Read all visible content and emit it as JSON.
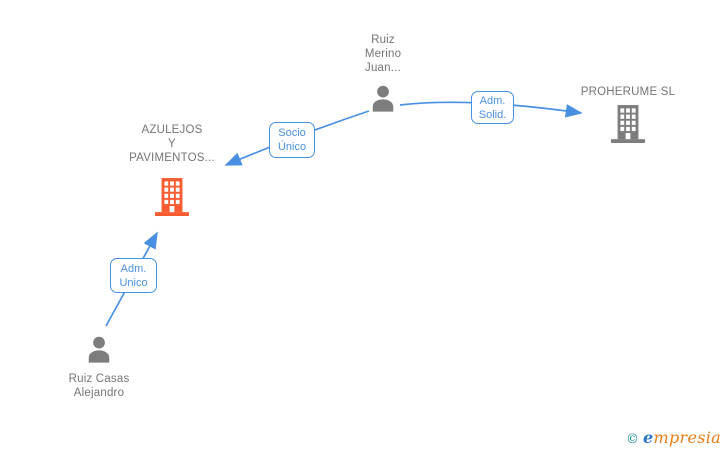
{
  "colors": {
    "accent_blue": "#4a90e2",
    "text_gray": "#757575",
    "icon_gray": "#7d7d7d",
    "company_orange": "#f95b30",
    "brand_teal": "#1b8a9c",
    "brand_blue": "#2b76c5",
    "brand_orange": "#e97d17"
  },
  "diagram": {
    "nodes": [
      {
        "id": "ruiz-merino",
        "type": "person",
        "label": "Ruiz\nMerino\nJuan..."
      },
      {
        "id": "proherume",
        "type": "company",
        "label": "PROHERUME SL"
      },
      {
        "id": "azulejos",
        "type": "company",
        "label": "AZULEJOS\nY\nPAVIMENTOS..."
      },
      {
        "id": "ruiz-casas",
        "type": "person",
        "label": "Ruiz Casas\nAlejandro"
      }
    ],
    "edges": [
      {
        "id": "socio-unico",
        "label": "Socio\nÚnico",
        "from": "ruiz-merino",
        "to": "azulejos"
      },
      {
        "id": "adm-solid",
        "label": "Adm.\nSolid.",
        "from": "ruiz-merino",
        "to": "proherume"
      },
      {
        "id": "adm-unico",
        "label": "Adm.\nUnico",
        "from": "ruiz-casas",
        "to": "azulejos"
      }
    ]
  },
  "watermark": {
    "copyright_symbol": "©",
    "brand_first_letter": "e",
    "brand_rest": "mpresia"
  }
}
